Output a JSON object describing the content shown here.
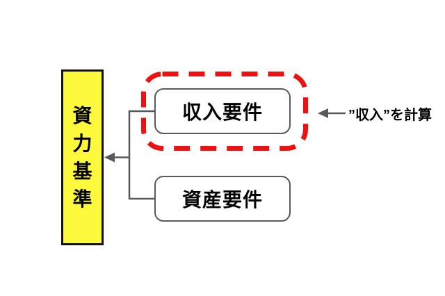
{
  "colors": {
    "background": "#ffffff",
    "root_fill": "#fdf93c",
    "root_border": "#111111",
    "node_border": "#595959",
    "node_fill": "#ffffff",
    "connector": "#595959",
    "highlight": "#ee1111",
    "text": "#000000"
  },
  "diagram": {
    "root": {
      "label": "資力基準",
      "chars": [
        "資",
        "力",
        "基",
        "準"
      ]
    },
    "nodes": [
      {
        "label": "収入要件",
        "highlighted": true
      },
      {
        "label": "資産要件",
        "highlighted": false
      }
    ],
    "annotation": {
      "label": "”収入”を計算"
    }
  }
}
